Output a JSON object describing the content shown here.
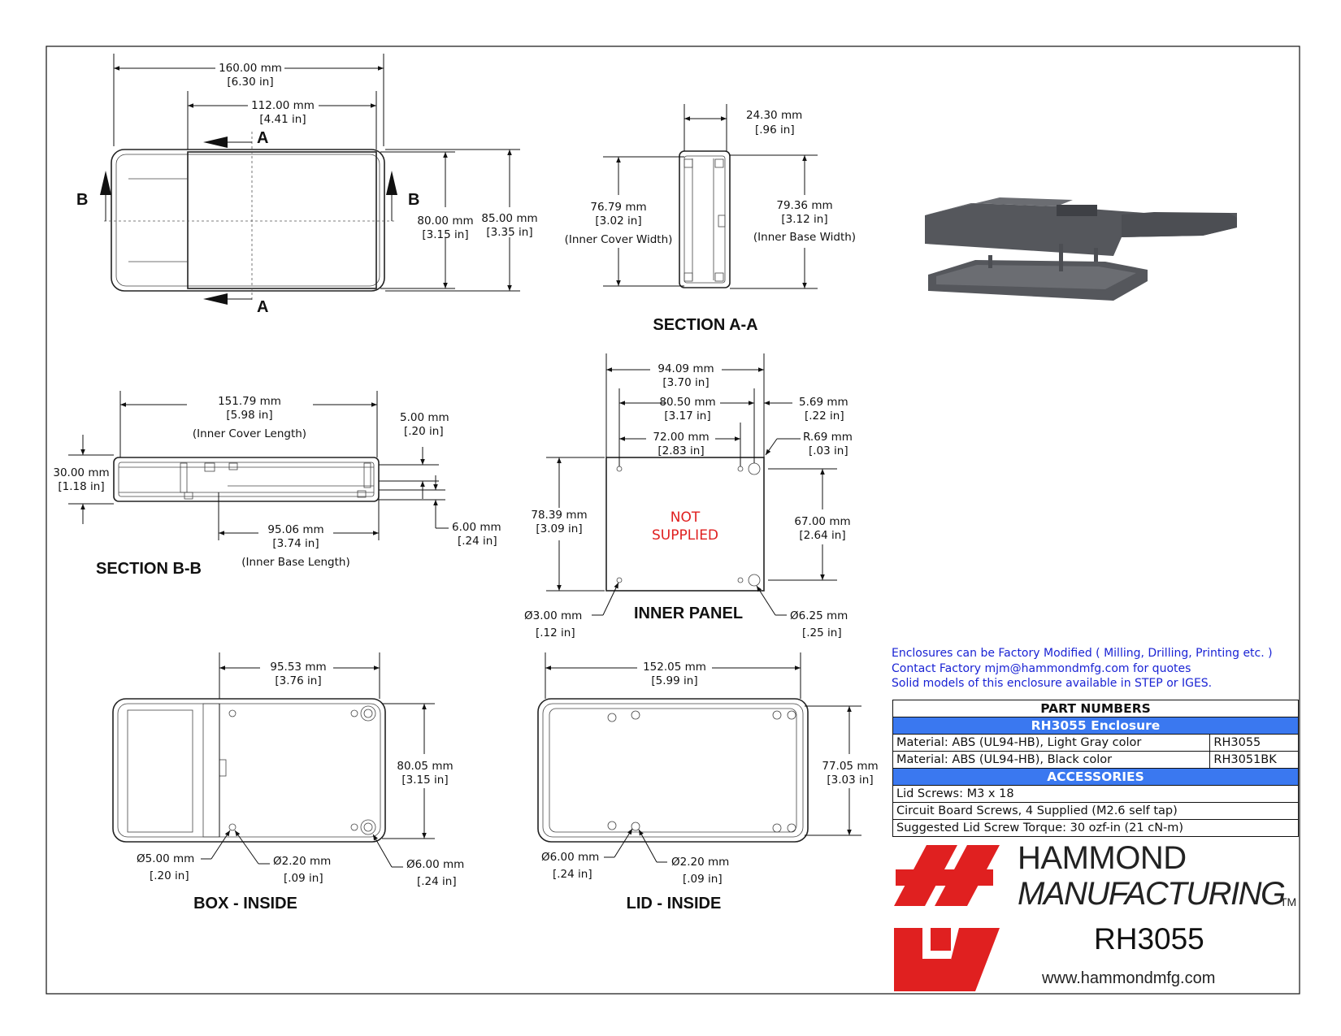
{
  "top_view": {
    "overall_length": "160.00 mm",
    "overall_length_in": "[6.30 in]",
    "inner_length": "112.00 mm",
    "inner_length_in": "[4.41 in]",
    "height_a": "80.00 mm",
    "height_a_in": "[3.15 in]",
    "height_b": "85.00 mm",
    "height_b_in": "[3.35 in]",
    "marker_a": "A",
    "marker_b": "B"
  },
  "section_aa": {
    "title": "SECTION A-A",
    "thickness": "24.30 mm",
    "thickness_in": "[.96 in]",
    "inner_cover": "76.79 mm",
    "inner_cover_in": "[3.02 in]",
    "inner_cover_label": "(Inner Cover Width)",
    "inner_base": "79.36 mm",
    "inner_base_in": "[3.12 in]",
    "inner_base_label": "(Inner Base Width)"
  },
  "section_bb": {
    "title": "SECTION B-B",
    "inner_cover_length": "151.79 mm",
    "inner_cover_length_in": "[5.98 in]",
    "inner_cover_length_label": "(Inner Cover Length)",
    "height": "30.00 mm",
    "height_in": "[1.18 in]",
    "top_gap": "5.00 mm",
    "top_gap_in": "[.20 in]",
    "bottom_gap": "6.00 mm",
    "bottom_gap_in": "[.24 in]",
    "inner_base_length": "95.06 mm",
    "inner_base_length_in": "[3.74 in]",
    "inner_base_length_label": "(Inner Base Length)"
  },
  "inner_panel": {
    "title": "INNER PANEL",
    "width": "94.09 mm",
    "width_in": "[3.70 in]",
    "hole_span": "80.50 mm",
    "hole_span_in": "[3.17 in]",
    "hole_inner": "72.00 mm",
    "hole_inner_in": "[2.83 in]",
    "edge_offset": "5.69 mm",
    "edge_offset_in": "[.22 in]",
    "radius": "R.69 mm",
    "radius_in": "[.03 in]",
    "height": "78.39 mm",
    "height_in": "[3.09 in]",
    "hole_height": "67.00 mm",
    "hole_height_in": "[2.64 in]",
    "small_hole": "Ø3.00 mm",
    "small_hole_in": "[.12 in]",
    "big_hole": "Ø6.25 mm",
    "big_hole_in": "[.25 in]",
    "not_supplied_1": "NOT",
    "not_supplied_2": "SUPPLIED"
  },
  "box_inside": {
    "title": "BOX - INSIDE",
    "width": "95.53 mm",
    "width_in": "[3.76 in]",
    "height": "80.05 mm",
    "height_in": "[3.15 in]",
    "boss_a": "Ø5.00 mm",
    "boss_a_in": "[.20 in]",
    "boss_b": "Ø2.20 mm",
    "boss_b_in": "[.09 in]",
    "boss_c": "Ø6.00 mm",
    "boss_c_in": "[.24 in]"
  },
  "lid_inside": {
    "title": "LID - INSIDE",
    "width": "152.05 mm",
    "width_in": "[5.99 in]",
    "height": "77.05 mm",
    "height_in": "[3.03 in]",
    "boss_a": "Ø6.00 mm",
    "boss_a_in": "[.24 in]",
    "boss_b": "Ø2.20 mm",
    "boss_b_in": "[.09 in]"
  },
  "notes": [
    "Enclosures can be Factory Modified ( Milling, Drilling, Printing etc. )",
    "Contact Factory mjm@hammondmfg.com for quotes",
    "Solid models of this enclosure available in STEP or IGES."
  ],
  "parts_table": {
    "header": "PART NUMBERS",
    "enclosure_band": "RH3055 Enclosure",
    "rows": [
      {
        "desc": "Material: ABS (UL94-HB),  Light Gray color",
        "part": "RH3055"
      },
      {
        "desc": "Material: ABS (UL94-HB),  Black color",
        "part": "RH3051BK"
      }
    ],
    "accessories_band": "ACCESSORIES",
    "accessories": [
      "Lid Screws: M3 x 18",
      "Circuit Board Screws, 4 Supplied (M2.6 self tap)",
      "Suggested Lid Screw Torque: 30 ozf-in (21 cN-m)"
    ]
  },
  "brand": {
    "name_line1": "HAMMOND",
    "name_line2": "MANUFACTURING",
    "tm": "TM",
    "model": "RH3055",
    "url": "www.hammondmfg.com",
    "color_red": "#e02020"
  }
}
